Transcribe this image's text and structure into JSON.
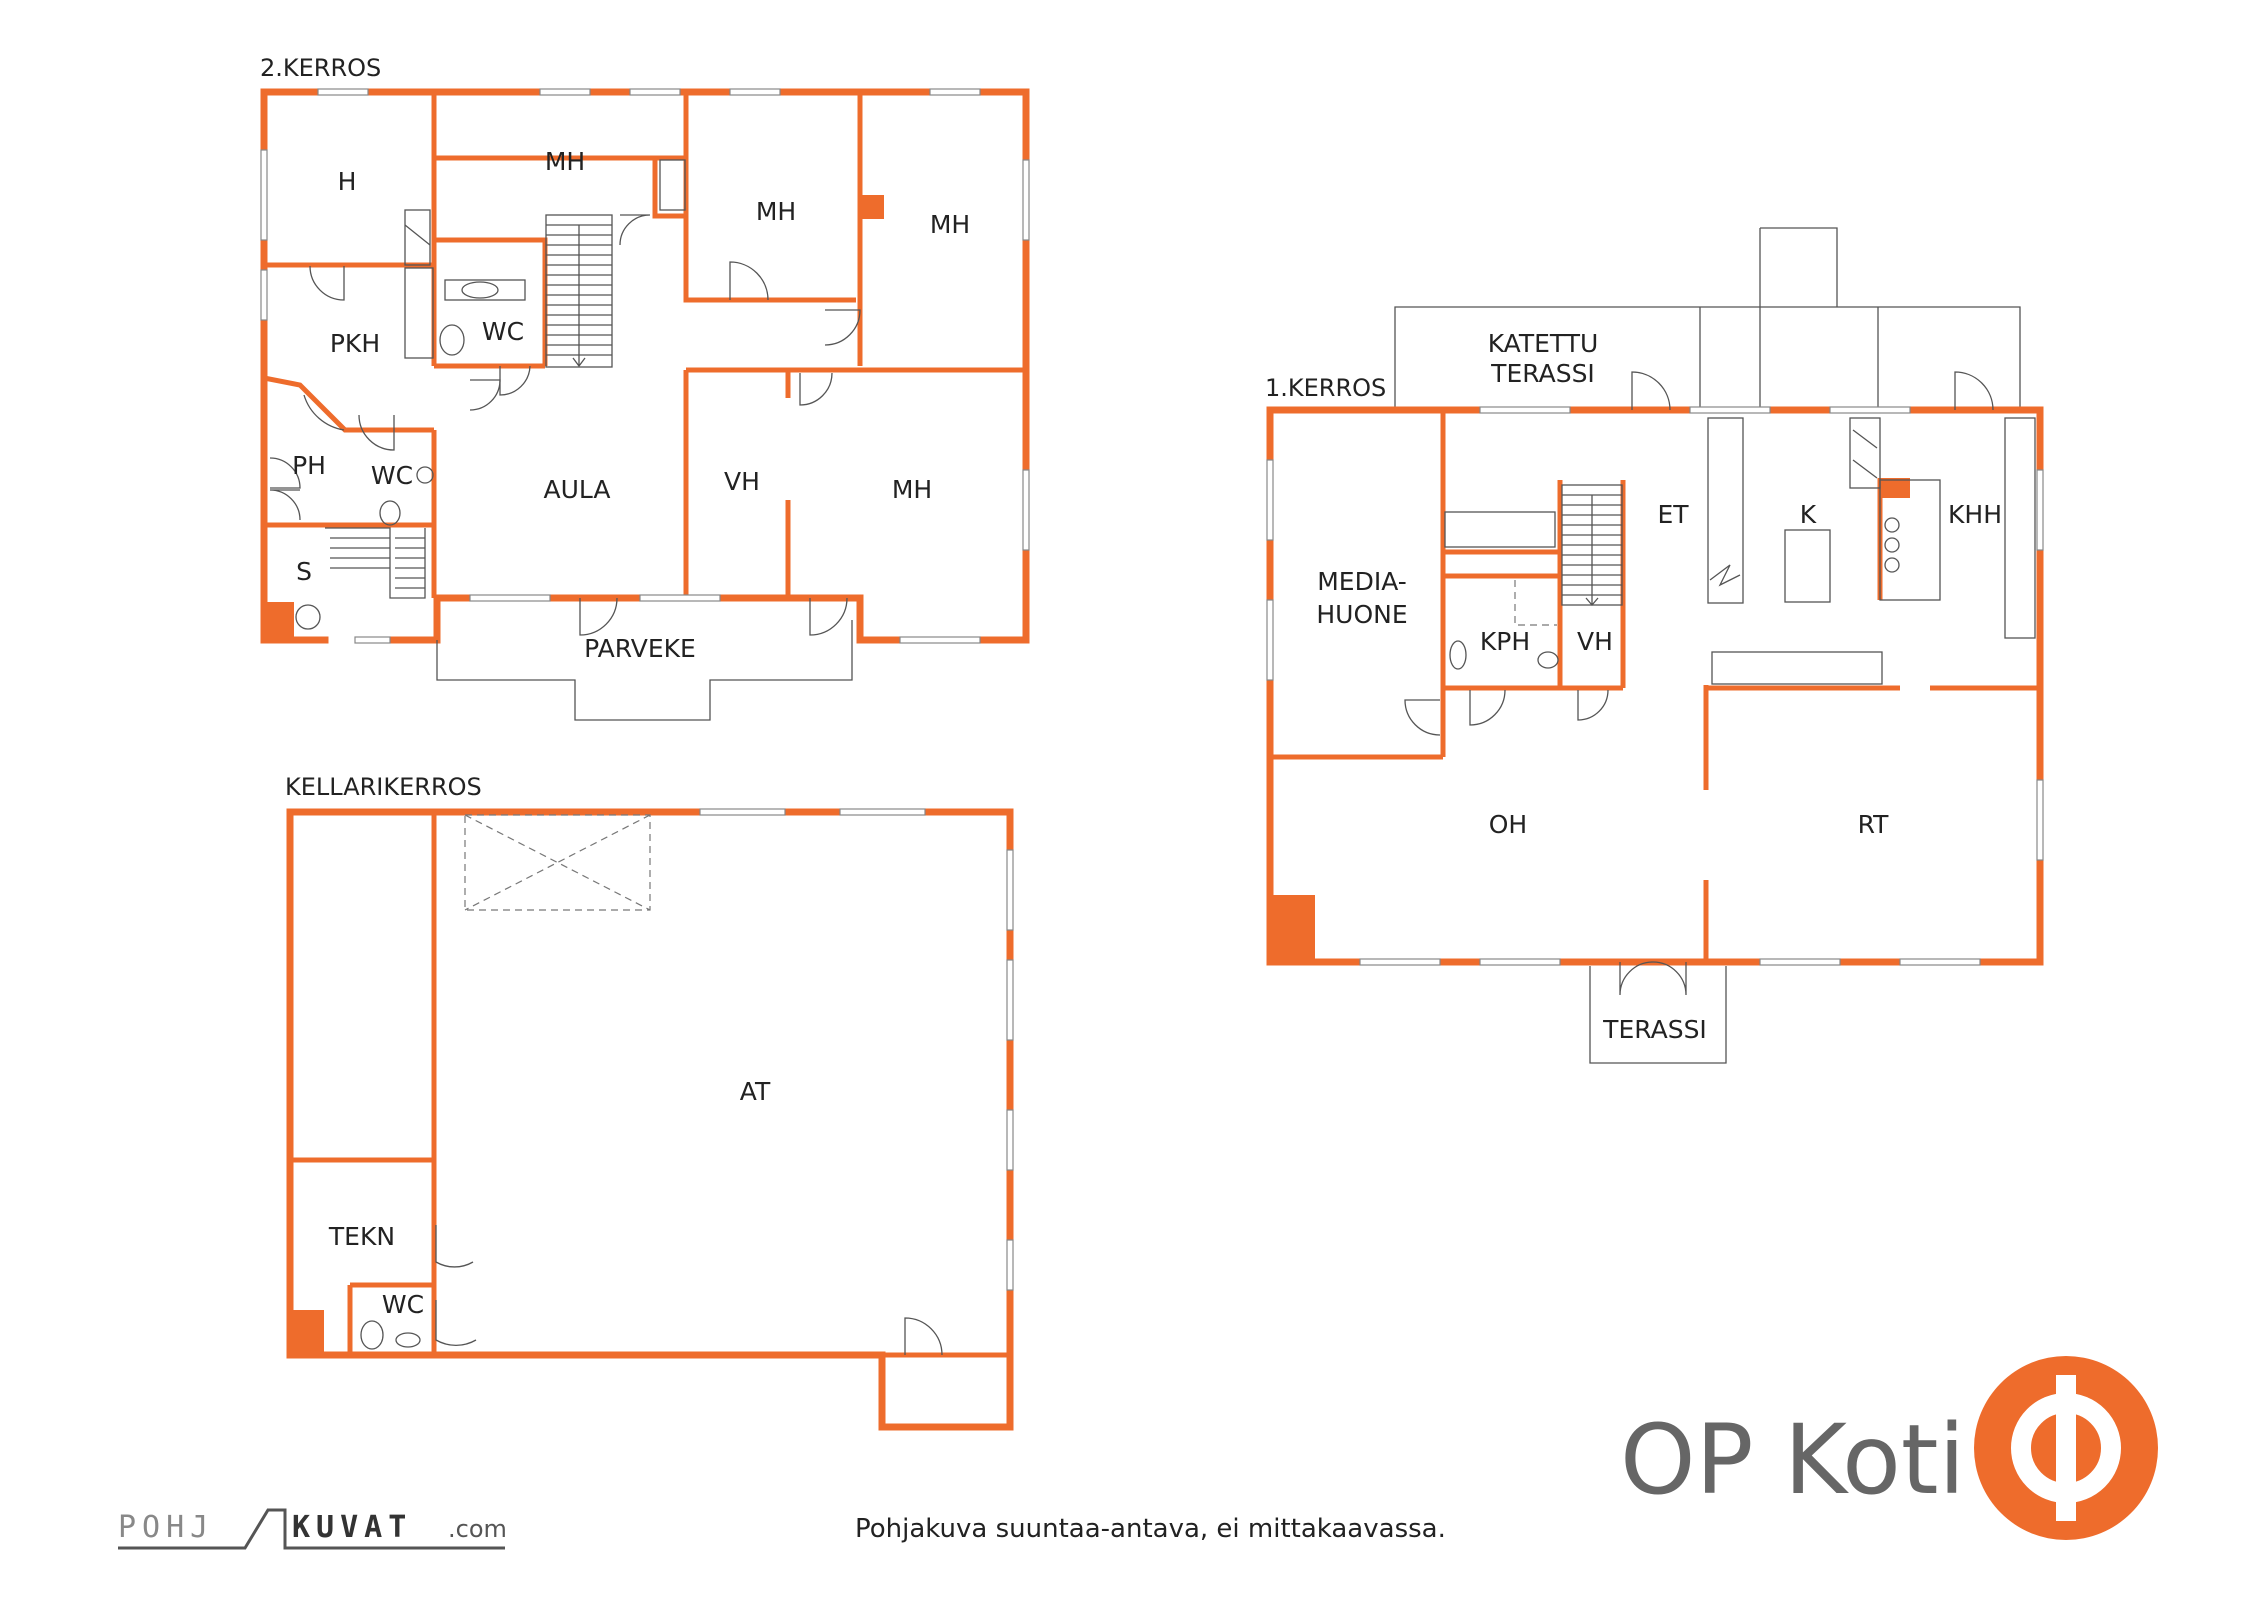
{
  "floors": {
    "second": {
      "title": "2.KERROS",
      "rooms": {
        "h": "H",
        "mh_top": "MH",
        "mh_mid": "MH",
        "mh_right": "MH",
        "pkh": "PKH",
        "wc_a": "WC",
        "ph": "PH",
        "wc_b": "WC",
        "s": "S",
        "aula": "AULA",
        "vh": "VH",
        "mh_lower": "MH",
        "parveke": "PARVEKE"
      }
    },
    "basement": {
      "title": "KELLARIKERROS",
      "rooms": {
        "at": "AT",
        "tekn": "TEKN",
        "wc": "WC"
      }
    },
    "first": {
      "title": "1.KERROS",
      "rooms": {
        "katettu_1": "KATETTU",
        "katettu_2": "TERASSI",
        "media_1": "MEDIA-",
        "media_2": "HUONE",
        "kph": "KPH",
        "vh": "VH",
        "et": "ET",
        "k": "K",
        "khh": "KHH",
        "oh": "OH",
        "rt": "RT",
        "terassi": "TERASSI"
      }
    }
  },
  "footer": {
    "note": "Pohjakuva suuntaa-antava, ei mittakaavassa.",
    "pohjakuvat_left": "POHJ",
    "pohjakuvat_right": "KUVAT",
    "pohjakuvat_domain": ".com"
  },
  "brand": {
    "name": "OP Koti",
    "color": "#EE6C2C"
  },
  "colors": {
    "wall": "#EE6C2C",
    "text": "#222222"
  }
}
